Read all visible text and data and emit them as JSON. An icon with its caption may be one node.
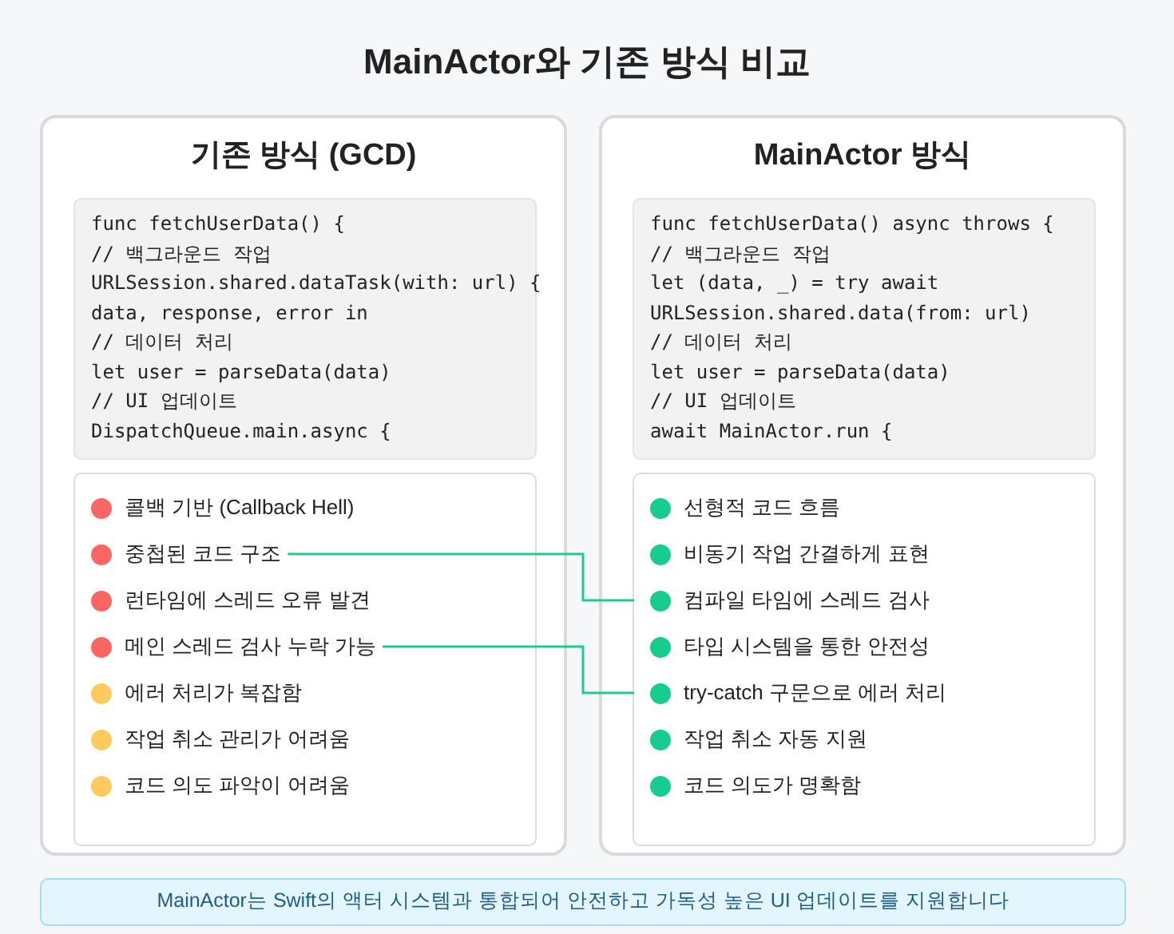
{
  "diagram": {
    "title": "MainActor와 기존 방식 비교",
    "nodes": [
      {
        "text": [
          "기존 방식 (GCD)"
        ]
      },
      {
        "text": [
          "func fetchUserData() {",
          "// 백그라운드 작업",
          "URLSession.shared.dataTask(with: url) {",
          "data, response, error in",
          "// 데이터 처리",
          "let user = parseData(data)",
          "// UI 업데이트",
          "DispatchQueue.main.async {"
        ],
        "in": 0
      },
      {
        "text": [],
        "shape": "box",
        "in": 0
      },
      {
        "text": [
          "콜백 기반 (Callback Hell)"
        ],
        "in": 2
      },
      {
        "text": [
          "중첩된 코드 구조"
        ],
        "in": 2
      },
      {
        "text": [
          "런타임에 스레드 오류 발견"
        ],
        "in": 2
      },
      {
        "text": [
          "메인 스레드 검사 누락 가능"
        ],
        "in": 2
      },
      {
        "text": [
          "에러 처리가 복잡함"
        ],
        "in": 2
      },
      {
        "text": [
          "작업 취소 관리가 어려움"
        ],
        "in": 2
      },
      {
        "text": [
          "코드 의도 파악이 어려움"
        ],
        "in": 2
      },
      {
        "text": [
          "MainActor 방식"
        ]
      },
      {
        "text": [
          "func fetchUserData() async throws {",
          "// 백그라운드 작업",
          "let (data, _) = try await",
          "URLSession.shared.data(from: url)",
          "// 데이터 처리",
          "let user = parseData(data)",
          "// UI 업데이트",
          "await MainActor.run {"
        ],
        "in": 10
      },
      {
        "text": [],
        "shape": "box",
        "in": 10
      },
      {
        "text": [
          "선형적 코드 흐름"
        ],
        "in": 12
      },
      {
        "text": [
          "비동기 작업 간결하게 표현"
        ],
        "in": 12
      },
      {
        "text": [
          "컴파일 타임에 스레드 검사"
        ],
        "in": 12
      },
      {
        "text": [
          "타입 시스템을 통한 안전성"
        ],
        "in": 12
      },
      {
        "text": [
          "try-catch 구문으로 에러 처리"
        ],
        "in": 12
      },
      {
        "text": [
          "작업 취소 자동 지원"
        ],
        "in": 12
      },
      {
        "text": [
          "코드 의도가 명확함"
        ],
        "in": 12
      },
      {
        "text": [
          "MainActor는 Swift의 액터 시스템과 통합되어 안전하고 가독성 높은 UI 업데이트를 지원합니다"
        ]
      }
    ],
    "edges": [
      {
        "from": 4,
        "to": 15,
        "arrow": "none",
        "color": "#1ecb8f"
      },
      {
        "from": 6,
        "to": 17,
        "arrow": "none",
        "color": "#1ecb8f"
      }
    ]
  }
}
